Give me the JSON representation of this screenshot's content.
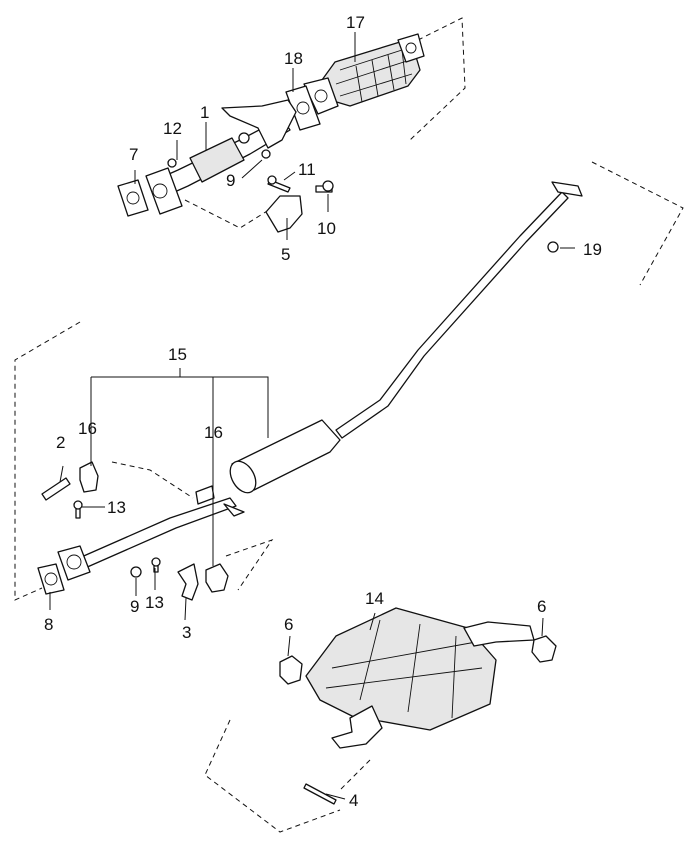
{
  "diagram": {
    "callouts": {
      "c1": "1",
      "c2": "2",
      "c3": "3",
      "c4": "4",
      "c5": "5",
      "c6a": "6",
      "c6b": "6",
      "c7": "7",
      "c8": "8",
      "c9a": "9",
      "c9b": "9",
      "c10": "10",
      "c11": "11",
      "c12": "12",
      "c13a": "13",
      "c13b": "13",
      "c14": "14",
      "c15": "15",
      "c16a": "16",
      "c16b": "16",
      "c17": "17",
      "c18": "18",
      "c19": "19"
    }
  }
}
